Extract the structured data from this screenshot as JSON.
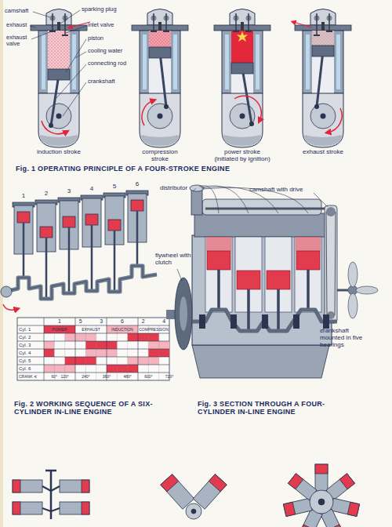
{
  "diagram": {
    "labels": [
      "camshaft",
      "sparking plug",
      "exhaust",
      "inlet valve",
      "exhaust valve",
      "piston",
      "cooling water",
      "connecting rod",
      "crankshaft",
      "induction stroke",
      "compression stroke",
      "power stroke",
      "(initiated by ignition)",
      "exhaust stroke",
      "Fig. 1 OPERATING PRINCIPLE OF A FOUR-STROKE ENGINE",
      "1",
      "2",
      "3",
      "4",
      "5",
      "6",
      "1",
      "5",
      "3",
      "6",
      "2",
      "4",
      "Cyl. 1",
      "Cyl. 2",
      "Cyl. 3",
      "Cyl. 4",
      "Cyl. 5",
      "Cyl. 6",
      "POWER",
      "EXHAUST",
      "INDUCTION",
      "COMPRESSION",
      "CRANK ∢",
      "60°",
      "120°",
      "240°",
      "360°",
      "480°",
      "600°",
      "720°",
      "Fig. 2 WORKING SEQUENCE OF A SIX-CYLINDER IN-LINE ENGINE",
      "distributor",
      "camshaft with drive",
      "flywheel with clutch",
      "crankshaft mounted in five bearings",
      "Fig. 3 SECTION THROUGH A FOUR-CYLINDER IN-LINE ENGINE"
    ]
  }
}
